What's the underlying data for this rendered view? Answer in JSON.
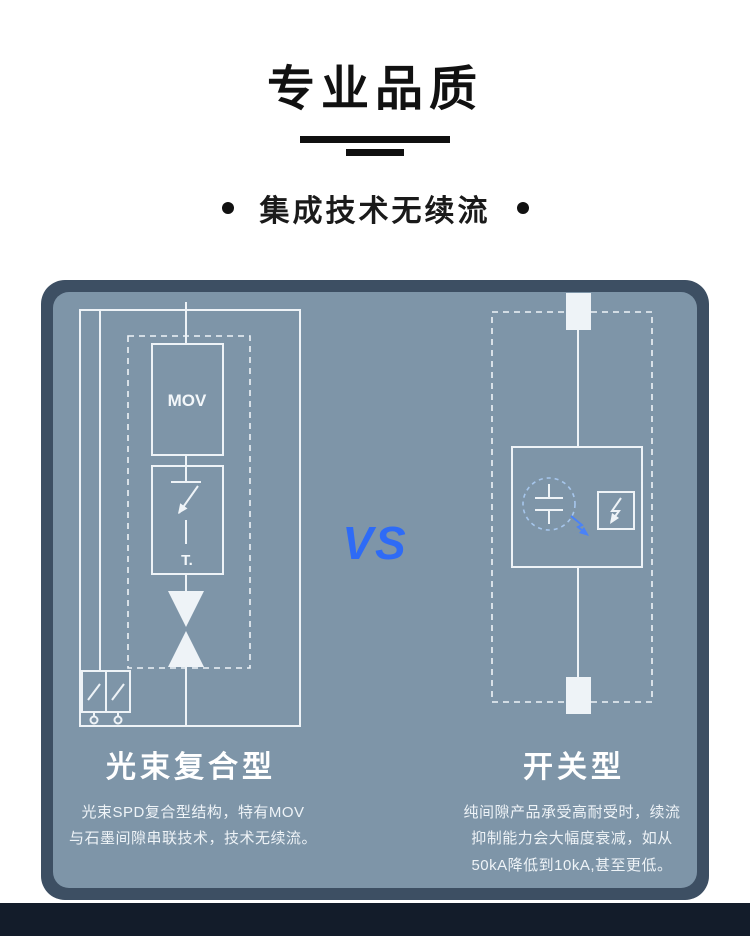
{
  "header": {
    "title": "专业品质",
    "subtitle": "集成技术无续流"
  },
  "panel": {
    "vs": "VS",
    "left": {
      "mov_label": "MOV",
      "t_label": "T.",
      "name": "光束复合型",
      "desc": [
        "光束SPD复合型结构，特有MOV",
        "与石墨间隙串联技术，技术无续流。"
      ]
    },
    "right": {
      "name": "开关型",
      "desc": [
        "纯间隙产品承受高耐受时，续流",
        "抑制能力会大幅度衰减，如从",
        "50kA降低到10kA,甚至更低。"
      ]
    }
  },
  "colors": {
    "panel_outer": "#3d4f63",
    "panel_inner": "#7e95a8",
    "accent": "#2e6bf6",
    "line": "#eef3f7",
    "footer_band": "#131c2a"
  }
}
